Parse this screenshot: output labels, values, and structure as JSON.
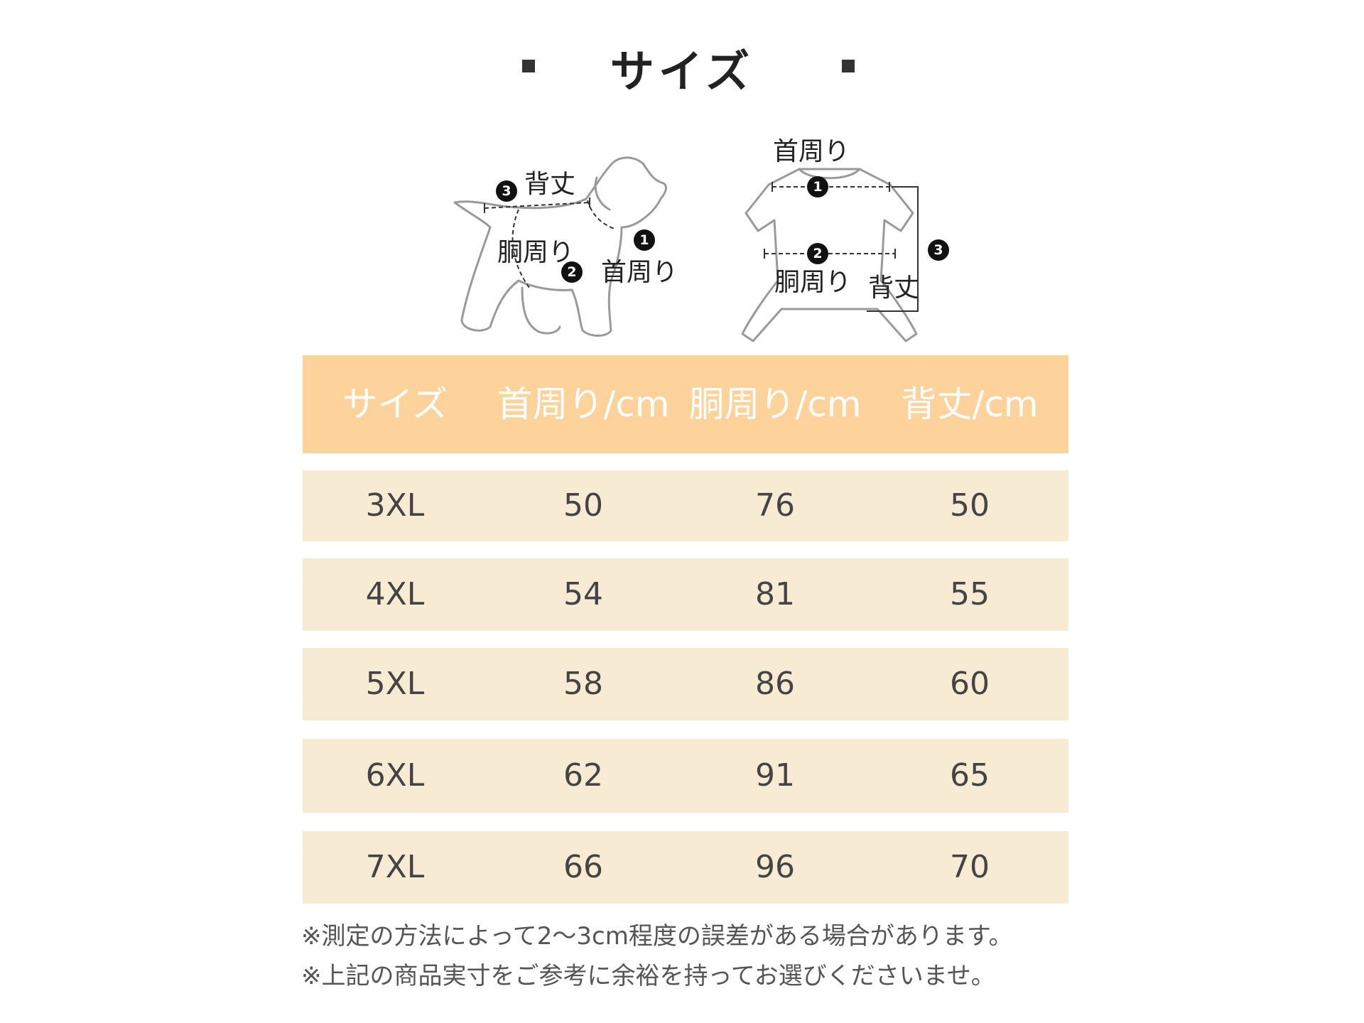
{
  "title": "サイズ",
  "diagram": {
    "dog": {
      "back_label": "背丈",
      "chest_label": "胴周り",
      "neck_label": "首周り"
    },
    "garment": {
      "neck_label": "首周り",
      "chest_label": "胴周り",
      "back_label": "背丈"
    },
    "badges": [
      "1",
      "2",
      "3"
    ]
  },
  "table": {
    "headers": [
      "サイズ",
      "首周り/cm",
      "胴周り/cm",
      "背丈/cm"
    ],
    "rows": [
      [
        "3XL",
        "50",
        "76",
        "50"
      ],
      [
        "4XL",
        "54",
        "81",
        "55"
      ],
      [
        "5XL",
        "58",
        "86",
        "60"
      ],
      [
        "6XL",
        "62",
        "91",
        "65"
      ],
      [
        "7XL",
        "66",
        "96",
        "70"
      ]
    ]
  },
  "notes": [
    "※測定の方法によって2〜3cm程度の誤差がある場合があります。",
    "※上記の商品実寸をご参考に余裕を持ってお選びくださいませ。"
  ],
  "colors": {
    "header_bg": "#fdd39b",
    "row_bg": "#f7ebd4",
    "header_text": "#ffffff"
  }
}
